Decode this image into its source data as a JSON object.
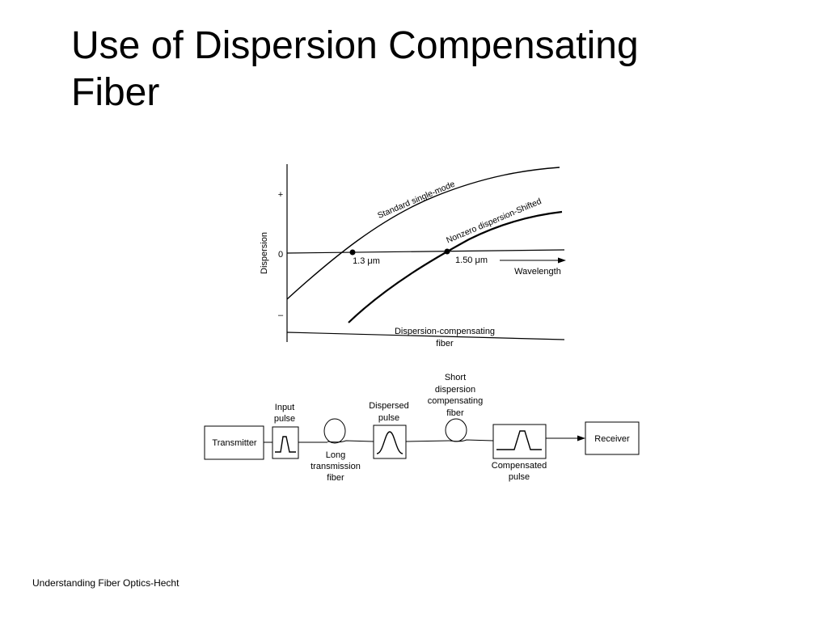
{
  "title": {
    "line1": "Use of Dispersion Compensating",
    "line2": "Fiber"
  },
  "graph": {
    "y_axis_label": "Dispersion",
    "y_ticks": {
      "plus": "+",
      "zero": "0",
      "minus": "–"
    },
    "x_axis_label": "Wavelength",
    "curves": {
      "standard": "Standard single-mode",
      "nzdsf": "Nonzero dispersion-Shifted",
      "dcf_line1": "Dispersion-compensating",
      "dcf_line2": "fiber"
    },
    "points": {
      "p1": "1.3 μm",
      "p2": "1.50 μm"
    }
  },
  "link": {
    "transmitter": "Transmitter",
    "receiver": "Receiver",
    "input_pulse": [
      "Input",
      "pulse"
    ],
    "long_fiber": [
      "Long",
      "transmission",
      "fiber"
    ],
    "dispersed_pulse": [
      "Dispersed",
      "pulse"
    ],
    "short_fiber": [
      "Short",
      "dispersion",
      "compensating",
      "fiber"
    ],
    "compensated_pulse": [
      "Compensated",
      "pulse"
    ]
  },
  "footer": "Understanding Fiber Optics-Hecht"
}
